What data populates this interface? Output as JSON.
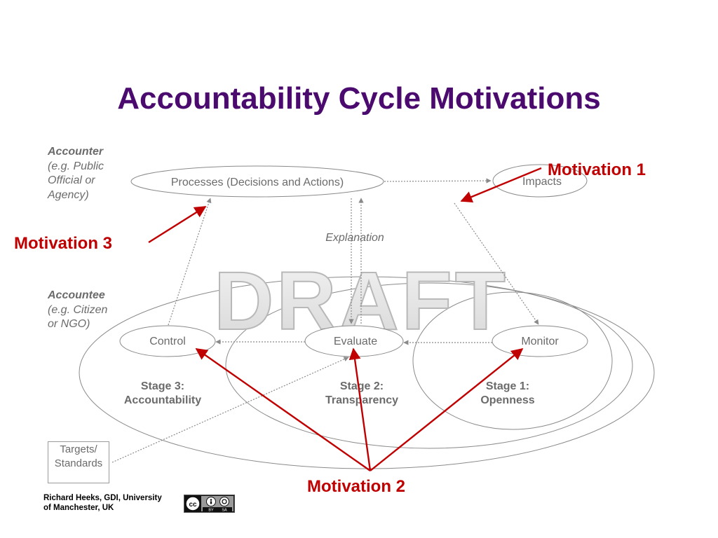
{
  "title": "Accountability Cycle Motivations",
  "watermark": "DRAFT",
  "accounter": {
    "heading": "Accounter",
    "lines": [
      "(e.g. Public",
      "Official or",
      "Agency)"
    ]
  },
  "accountee": {
    "heading": "Accountee",
    "lines": [
      "(e.g. Citizen",
      "or NGO)"
    ]
  },
  "nodes": {
    "processes": "Processes (Decisions and Actions)",
    "impacts": "Impacts",
    "control": "Control",
    "evaluate": "Evaluate",
    "monitor": "Monitor",
    "explanation": "Explanation",
    "targets_line1": "Targets/",
    "targets_line2": "Standards"
  },
  "stages": [
    {
      "line1": "Stage 3:",
      "line2": "Accountability"
    },
    {
      "line1": "Stage 2:",
      "line2": "Transparency"
    },
    {
      "line1": "Stage 1:",
      "line2": "Openness"
    }
  ],
  "motivations": {
    "m1": "Motivation 1",
    "m2": "Motivation 2",
    "m3": "Motivation 3"
  },
  "credit": {
    "line1": "Richard Heeks, GDI, University",
    "line2": "of Manchester, UK"
  },
  "license": {
    "badge": "cc",
    "by": "BY",
    "sa": "SA"
  },
  "colors": {
    "title": "#4b0a6e",
    "motivation": "#c00000",
    "diagram_gray": "#8a8a8a",
    "text_gray": "#6b6b6b"
  }
}
